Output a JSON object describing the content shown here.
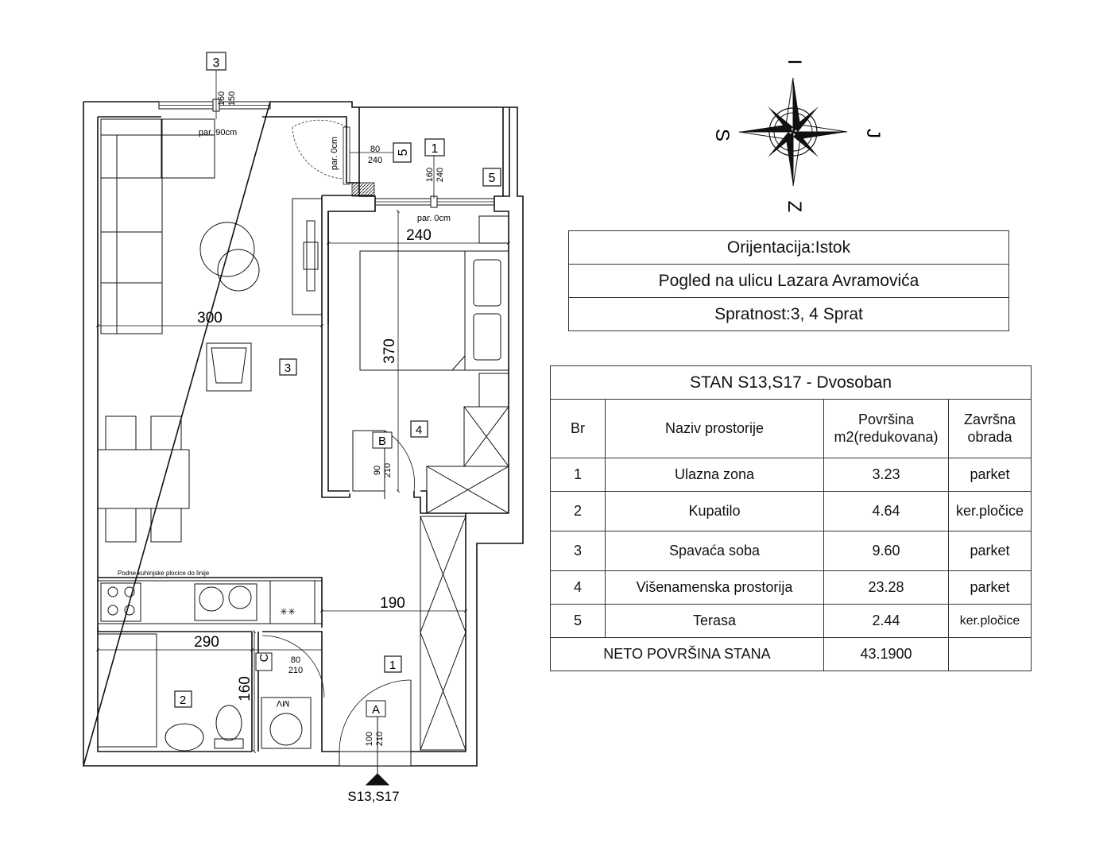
{
  "compass": {
    "north": "I",
    "south": "Z",
    "west": "S",
    "east": "J"
  },
  "info": {
    "orientation": "Orijentacija:Istok",
    "view": "Pogled na ulicu Lazara Avramovića",
    "floors": "Spratnost:3, 4 Sprat"
  },
  "apartment": {
    "title": "STAN S13,S17 - Dvosoban",
    "headers": {
      "no": "Br",
      "name": "Naziv prostorije",
      "area_1": "Površina",
      "area_2": "m2(redukovana)",
      "finish_1": "Završna",
      "finish_2": "obrada"
    },
    "rows": [
      {
        "no": "1",
        "name": "Ulazna zona",
        "area": "3.23",
        "finish": "parket"
      },
      {
        "no": "2",
        "name": "Kupatilo",
        "area": "4.64",
        "finish": "ker.pločice"
      },
      {
        "no": "3",
        "name": "Spavaća soba",
        "area": "9.60",
        "finish": "parket"
      },
      {
        "no": "4",
        "name": "Višenamenska prostorija",
        "area": "23.28",
        "finish": "parket"
      },
      {
        "no": "5",
        "name": "Terasa",
        "area": "2.44",
        "finish": "ker.pločice"
      }
    ],
    "net_label": "NETO POVRŠINA STANA",
    "net_value": "43.1900"
  },
  "plan": {
    "dims": {
      "d300": "300",
      "d240": "240",
      "d370": "370",
      "d190": "190",
      "d290": "290",
      "d160": "160"
    },
    "windows": {
      "w_top_a": "160",
      "w_top_b": "150",
      "w_bal_a": "160",
      "w_bal_b": "240",
      "bal_door_a": "80",
      "bal_door_b": "240",
      "door_b_a": "90",
      "door_b_b": "210",
      "door_c_a": "80",
      "door_c_b": "210",
      "door_a_a": "100",
      "door_a_b": "210"
    },
    "parapets": {
      "p1": "par. 90cm",
      "p2": "par. 0cm",
      "p3": "par. 0cm"
    },
    "tags": {
      "t3_top": "3",
      "t1_bal": "1",
      "t5_bal": "5",
      "t5_side": "5",
      "t3_room": "3",
      "t4_room": "4",
      "t1_room": "1",
      "t2_room": "2",
      "door_a": "A",
      "door_b": "B",
      "door_c": "C"
    },
    "kitchen_note": "Podne kuhinjske plocice do linije",
    "washer_label": "MV",
    "entrance_label": "S13,S17"
  }
}
